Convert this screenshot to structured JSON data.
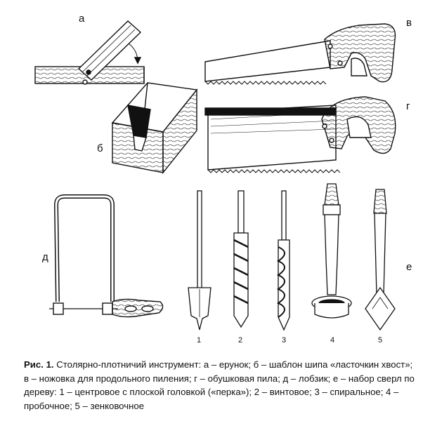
{
  "labels": {
    "a": "а",
    "b": "б",
    "v": "в",
    "g": "г",
    "d": "д",
    "e": "е"
  },
  "drill_numbers": [
    "1",
    "2",
    "3",
    "4",
    "5"
  ],
  "caption": {
    "bold_prefix": "Рис. 1.",
    "text": " Столярно-плотничий инструмент: а – ерунок; б – шаблон шипа «ласточкин хвост»; в – ножовка для продольного пиления; г – обушковая пила; д – лобзик; е – набор сверл по дереву: 1 – центровое с плоской головкой («перка»); 2 – винтовое; 3 – спиральное; 4 – пробочное; 5 – зенковочное"
  },
  "icons": {
    "a": "bevel-square-icon",
    "b": "dovetail-template-icon",
    "v": "rip-saw-icon",
    "g": "back-saw-icon",
    "d": "fret-saw-icon",
    "e": "drill-bits-icon"
  },
  "colors": {
    "ink": "#111111",
    "background": "#ffffff"
  }
}
